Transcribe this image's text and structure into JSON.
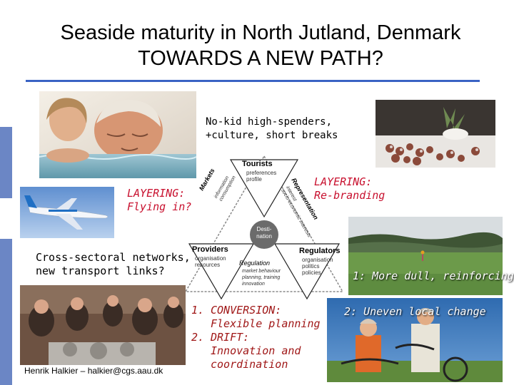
{
  "slide": {
    "title_line1": "Seaside maturity in North Jutland, Denmark",
    "title_line2": "TOWARDS A NEW PATH?",
    "top_caption_line1": "No-kid high-spenders,",
    "top_caption_line2": "+culture, short breaks",
    "layering_flying_line1": "LAYERING:",
    "layering_flying_line2": "Flying in?",
    "layering_rebranding_line1": "LAYERING:",
    "layering_rebranding_line2": "Re-branding",
    "networks_line1": "Cross-sectoral networks,",
    "networks_line2": "new transport links?",
    "more_dull": "1: More dull, reinforcing",
    "uneven_change": "2: Uneven local change",
    "list_items": [
      {
        "num": "1.",
        "line1": "CONVERSION:",
        "line2": "Flexible planning"
      },
      {
        "num": "2.",
        "line1": "DRIFT:",
        "line2": "Innovation and",
        "line3": "coordination"
      }
    ],
    "author": "Henrik Halkier – halkier@cgs.aau.dk"
  },
  "diagram": {
    "center_line1": "Desti-",
    "center_line2": "nation",
    "tourists": {
      "title": "Tourists",
      "items": [
        "preferences",
        "profile"
      ]
    },
    "providers": {
      "title": "Providers",
      "items": [
        "organisation",
        "resources"
      ]
    },
    "regulators": {
      "title": "Regulators",
      "items": [
        "organisation",
        "politics",
        "policies"
      ]
    },
    "markets": {
      "title": "Markets",
      "items": [
        "information",
        "consumption"
      ]
    },
    "representation": {
      "title": "Representation",
      "items": [
        "interest",
        "socio-economic interests"
      ]
    },
    "regulation": {
      "title": "Regulation",
      "items": [
        "market behaviour",
        "planning, training",
        "innovation"
      ]
    }
  }
}
